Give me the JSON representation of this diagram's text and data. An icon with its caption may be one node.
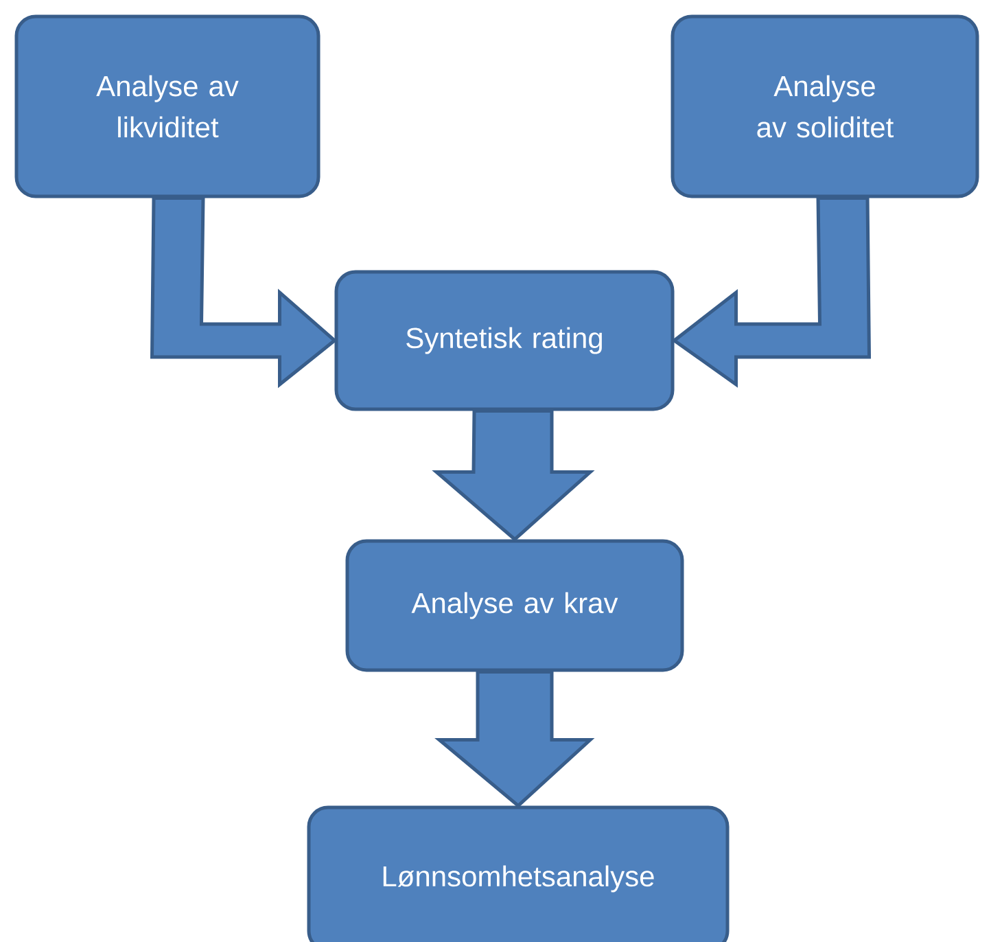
{
  "diagram": {
    "nodes": [
      {
        "text": [
          "Analyse av likviditet"
        ]
      },
      {
        "text": [
          "Analyse av soliditet"
        ]
      },
      {
        "text": [
          "Syntetisk rating"
        ]
      },
      {
        "text": [
          "Analyse av krav"
        ]
      },
      {
        "text": [
          "Lønnsomhetsanalyse"
        ]
      }
    ],
    "edges": [
      {
        "from": 0,
        "to": 2,
        "arrow": "to"
      },
      {
        "from": 1,
        "to": 2,
        "arrow": "to"
      },
      {
        "from": 2,
        "to": 3,
        "arrow": "to"
      },
      {
        "from": 3,
        "to": 4,
        "arrow": "to"
      }
    ]
  }
}
